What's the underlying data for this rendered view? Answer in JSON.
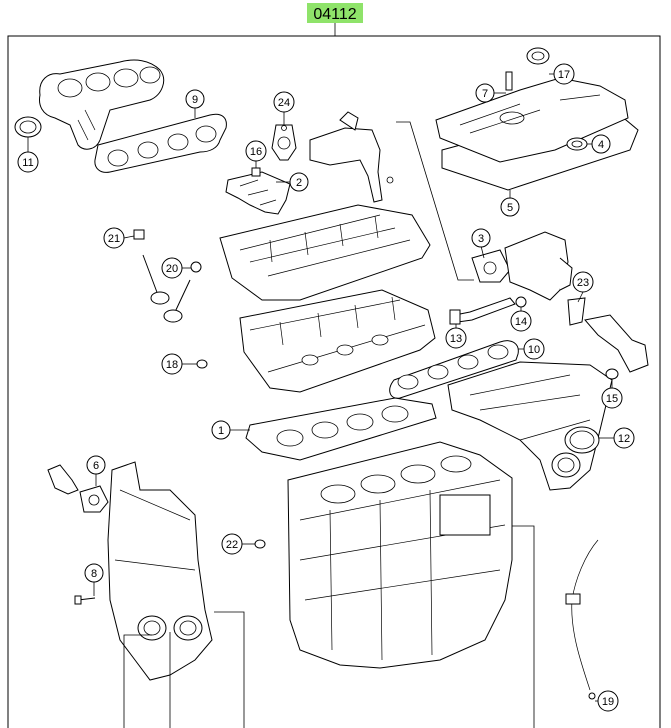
{
  "reference_code": "04112",
  "highlight_color": "#8fe36a",
  "callouts": {
    "p1": "1",
    "p2": "2",
    "p3": "3",
    "p4": "4",
    "p5": "5",
    "p6": "6",
    "p7": "7",
    "p8": "8",
    "p9": "9",
    "p10": "10",
    "p11": "11",
    "p12": "12",
    "p13": "13",
    "p14": "14",
    "p15": "15",
    "p16": "16",
    "p17": "17",
    "p18": "18",
    "p19": "19",
    "p20": "20",
    "p21": "21",
    "p22": "22",
    "p23": "23",
    "p24": "24"
  }
}
